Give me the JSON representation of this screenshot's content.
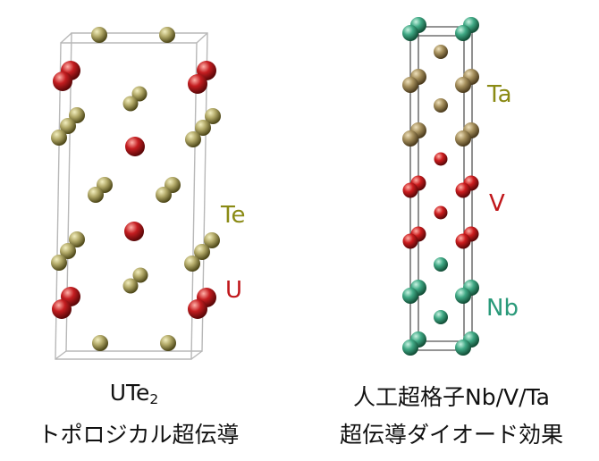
{
  "colors": {
    "te": "#8a8340",
    "u": "#b3161a",
    "ta": "#8c7a4a",
    "v": "#c0161a",
    "nb": "#2e8f6a",
    "te_label": "#8a8a14",
    "u_label": "#c0161a",
    "ta_label": "#8a8a14",
    "v_label": "#c0161a",
    "nb_label": "#2a9a7a",
    "cell_edge": "#b8b8b8"
  },
  "left": {
    "labels": {
      "te": "Te",
      "u": "U"
    },
    "caption": {
      "formula_main": "UTe",
      "formula_sub": "2",
      "line2": "トポロジカル超伝導"
    }
  },
  "right": {
    "labels": {
      "ta": "Ta",
      "v": "V",
      "nb": "Nb"
    },
    "caption": {
      "line1": "人工超格子Nb/V/Ta",
      "line2": "超伝導ダイオード効果"
    }
  }
}
